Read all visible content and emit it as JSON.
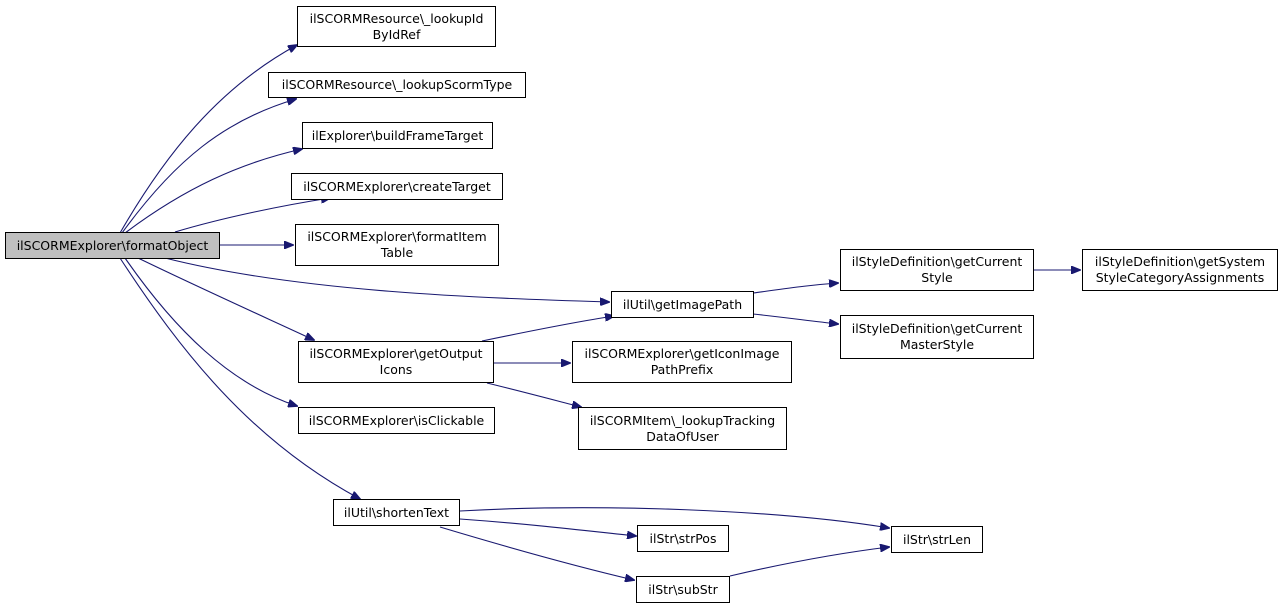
{
  "root": {
    "label_lines": [
      "ilSCORMExplorer\\formatObject"
    ]
  },
  "nodes": {
    "lookup_id": {
      "label_lines": [
        "ilSCORMResource\\_lookupId",
        "ByIdRef"
      ]
    },
    "lookup_type": {
      "label_lines": [
        "ilSCORMResource\\_lookupScormType"
      ]
    },
    "build_frame": {
      "label_lines": [
        "ilExplorer\\buildFrameTarget"
      ]
    },
    "create_target": {
      "label_lines": [
        "ilSCORMExplorer\\createTarget"
      ]
    },
    "format_item": {
      "label_lines": [
        "ilSCORMExplorer\\formatItem",
        "Table"
      ]
    },
    "get_image_path": {
      "label_lines": [
        "ilUtil\\getImagePath"
      ]
    },
    "get_output_icons": {
      "label_lines": [
        "ilSCORMExplorer\\getOutput",
        "Icons"
      ]
    },
    "is_clickable": {
      "label_lines": [
        "ilSCORMExplorer\\isClickable"
      ]
    },
    "shorten_text": {
      "label_lines": [
        "ilUtil\\shortenText"
      ]
    },
    "get_current_style": {
      "label_lines": [
        "ilStyleDefinition\\getCurrent",
        "Style"
      ]
    },
    "get_system_style": {
      "label_lines": [
        "ilStyleDefinition\\getSystem",
        "StyleCategoryAssignments"
      ]
    },
    "get_current_master": {
      "label_lines": [
        "ilStyleDefinition\\getCurrent",
        "MasterStyle"
      ]
    },
    "get_icon_prefix": {
      "label_lines": [
        "ilSCORMExplorer\\getIconImage",
        "PathPrefix"
      ]
    },
    "lookup_tracking": {
      "label_lines": [
        "ilSCORMItem\\_lookupTracking",
        "DataOfUser"
      ]
    },
    "str_len": {
      "label_lines": [
        "ilStr\\strLen"
      ]
    },
    "str_pos": {
      "label_lines": [
        "ilStr\\strPos"
      ]
    },
    "sub_str": {
      "label_lines": [
        "ilStr\\subStr"
      ]
    }
  },
  "edges": [
    [
      "root",
      "lookup_id"
    ],
    [
      "root",
      "lookup_type"
    ],
    [
      "root",
      "build_frame"
    ],
    [
      "root",
      "create_target"
    ],
    [
      "root",
      "format_item"
    ],
    [
      "root",
      "get_image_path"
    ],
    [
      "root",
      "get_output_icons"
    ],
    [
      "root",
      "is_clickable"
    ],
    [
      "root",
      "shorten_text"
    ],
    [
      "get_image_path",
      "get_current_style"
    ],
    [
      "get_image_path",
      "get_current_master"
    ],
    [
      "get_current_style",
      "get_system_style"
    ],
    [
      "get_output_icons",
      "get_image_path"
    ],
    [
      "get_output_icons",
      "get_icon_prefix"
    ],
    [
      "get_output_icons",
      "lookup_tracking"
    ],
    [
      "shorten_text",
      "str_len"
    ],
    [
      "shorten_text",
      "str_pos"
    ],
    [
      "shorten_text",
      "sub_str"
    ],
    [
      "sub_str",
      "str_len"
    ]
  ],
  "colors": {
    "edge": "#191970",
    "root_fill": "#bfbfbf",
    "node_fill": "#ffffff",
    "border": "#000000"
  }
}
